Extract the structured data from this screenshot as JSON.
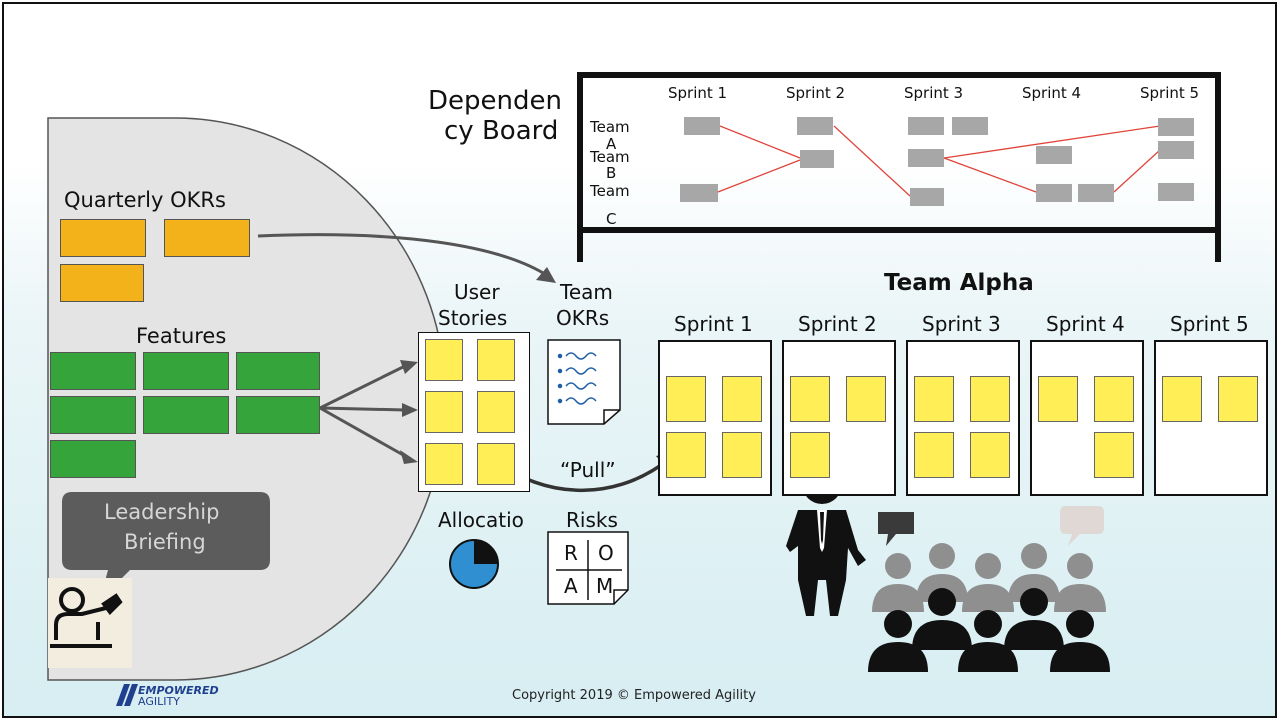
{
  "dependency_board": {
    "title_line1": "Dependen",
    "title_line2": "cy Board",
    "sprints": [
      "Sprint 1",
      "Sprint 2",
      "Sprint 3",
      "Sprint 4",
      "Sprint 5"
    ],
    "teams": [
      {
        "line1": "Team",
        "line2": "A"
      },
      {
        "line1": "Team",
        "line2": "B"
      },
      {
        "line1": "Team",
        "line2": "C"
      }
    ],
    "line_color": "#e0443a",
    "card_color": "#a7a7a7"
  },
  "left_panel": {
    "quarterly_okrs_label": "Quarterly OKRs",
    "features_label": "Features",
    "leadership_briefing": {
      "line1": "Leadership",
      "line2": "Briefing"
    },
    "okr_color": "#f4b21a",
    "feature_color": "#35a53b",
    "presenter_icon": "person-at-board-icon"
  },
  "artifacts": {
    "user_stories": {
      "line1": "User",
      "line2": "Stories"
    },
    "team_okrs": {
      "line1": "Team",
      "line2": "OKRs"
    },
    "pull_label": "“Pull”",
    "allocation_label": "Allocatio",
    "risks_label": "Risks",
    "risk_letters": [
      "R",
      "O",
      "A",
      "M"
    ],
    "allocation_fraction": 0.75,
    "allocation_color": "#2f8fd0"
  },
  "team_alpha": {
    "title": "Team Alpha",
    "sprints": [
      "Sprint 1",
      "Sprint 2",
      "Sprint 3",
      "Sprint 4",
      "Sprint 5"
    ],
    "squiggle_color": "#1f5fa8",
    "sticky_color": "#ffee55"
  },
  "footer": {
    "logo_line1": "EMPOWERED",
    "logo_line2": "AGILITY",
    "copyright": "Copyright 2019 © Empowered Agility"
  }
}
